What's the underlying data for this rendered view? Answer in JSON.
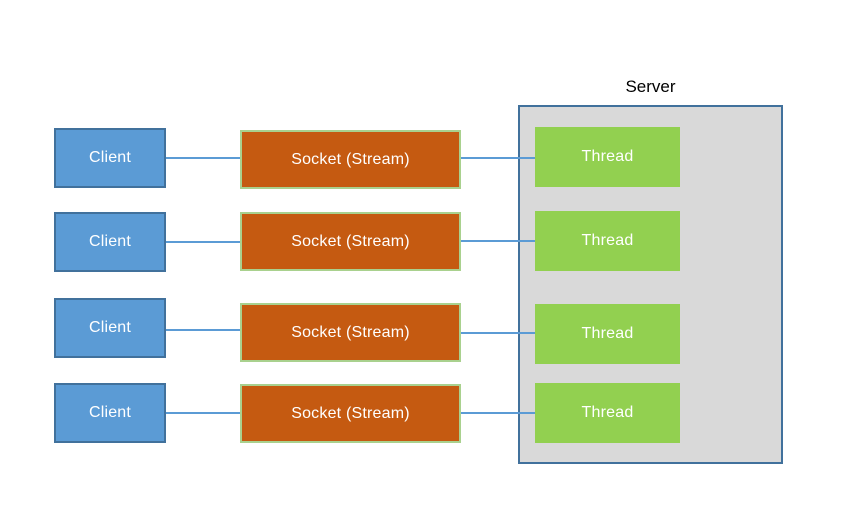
{
  "server": {
    "label": "Server"
  },
  "rows": [
    {
      "client": "Client",
      "socket": "Socket (Stream)",
      "thread": "Thread"
    },
    {
      "client": "Client",
      "socket": "Socket (Stream)",
      "thread": "Thread"
    },
    {
      "client": "Client",
      "socket": "Socket (Stream)",
      "thread": "Thread"
    },
    {
      "client": "Client",
      "socket": "Socket (Stream)",
      "thread": "Thread"
    }
  ],
  "colors": {
    "client_fill": "#5B9BD5",
    "client_border": "#41719C",
    "socket_fill": "#C55A11",
    "socket_border": "#A9D18E",
    "thread_fill": "#92D050",
    "server_fill": "#D9D9D9",
    "server_border": "#41719C",
    "connector": "#5B9BD5",
    "box_text_color": "#FFFFFF",
    "server_label_color": "#000000"
  }
}
